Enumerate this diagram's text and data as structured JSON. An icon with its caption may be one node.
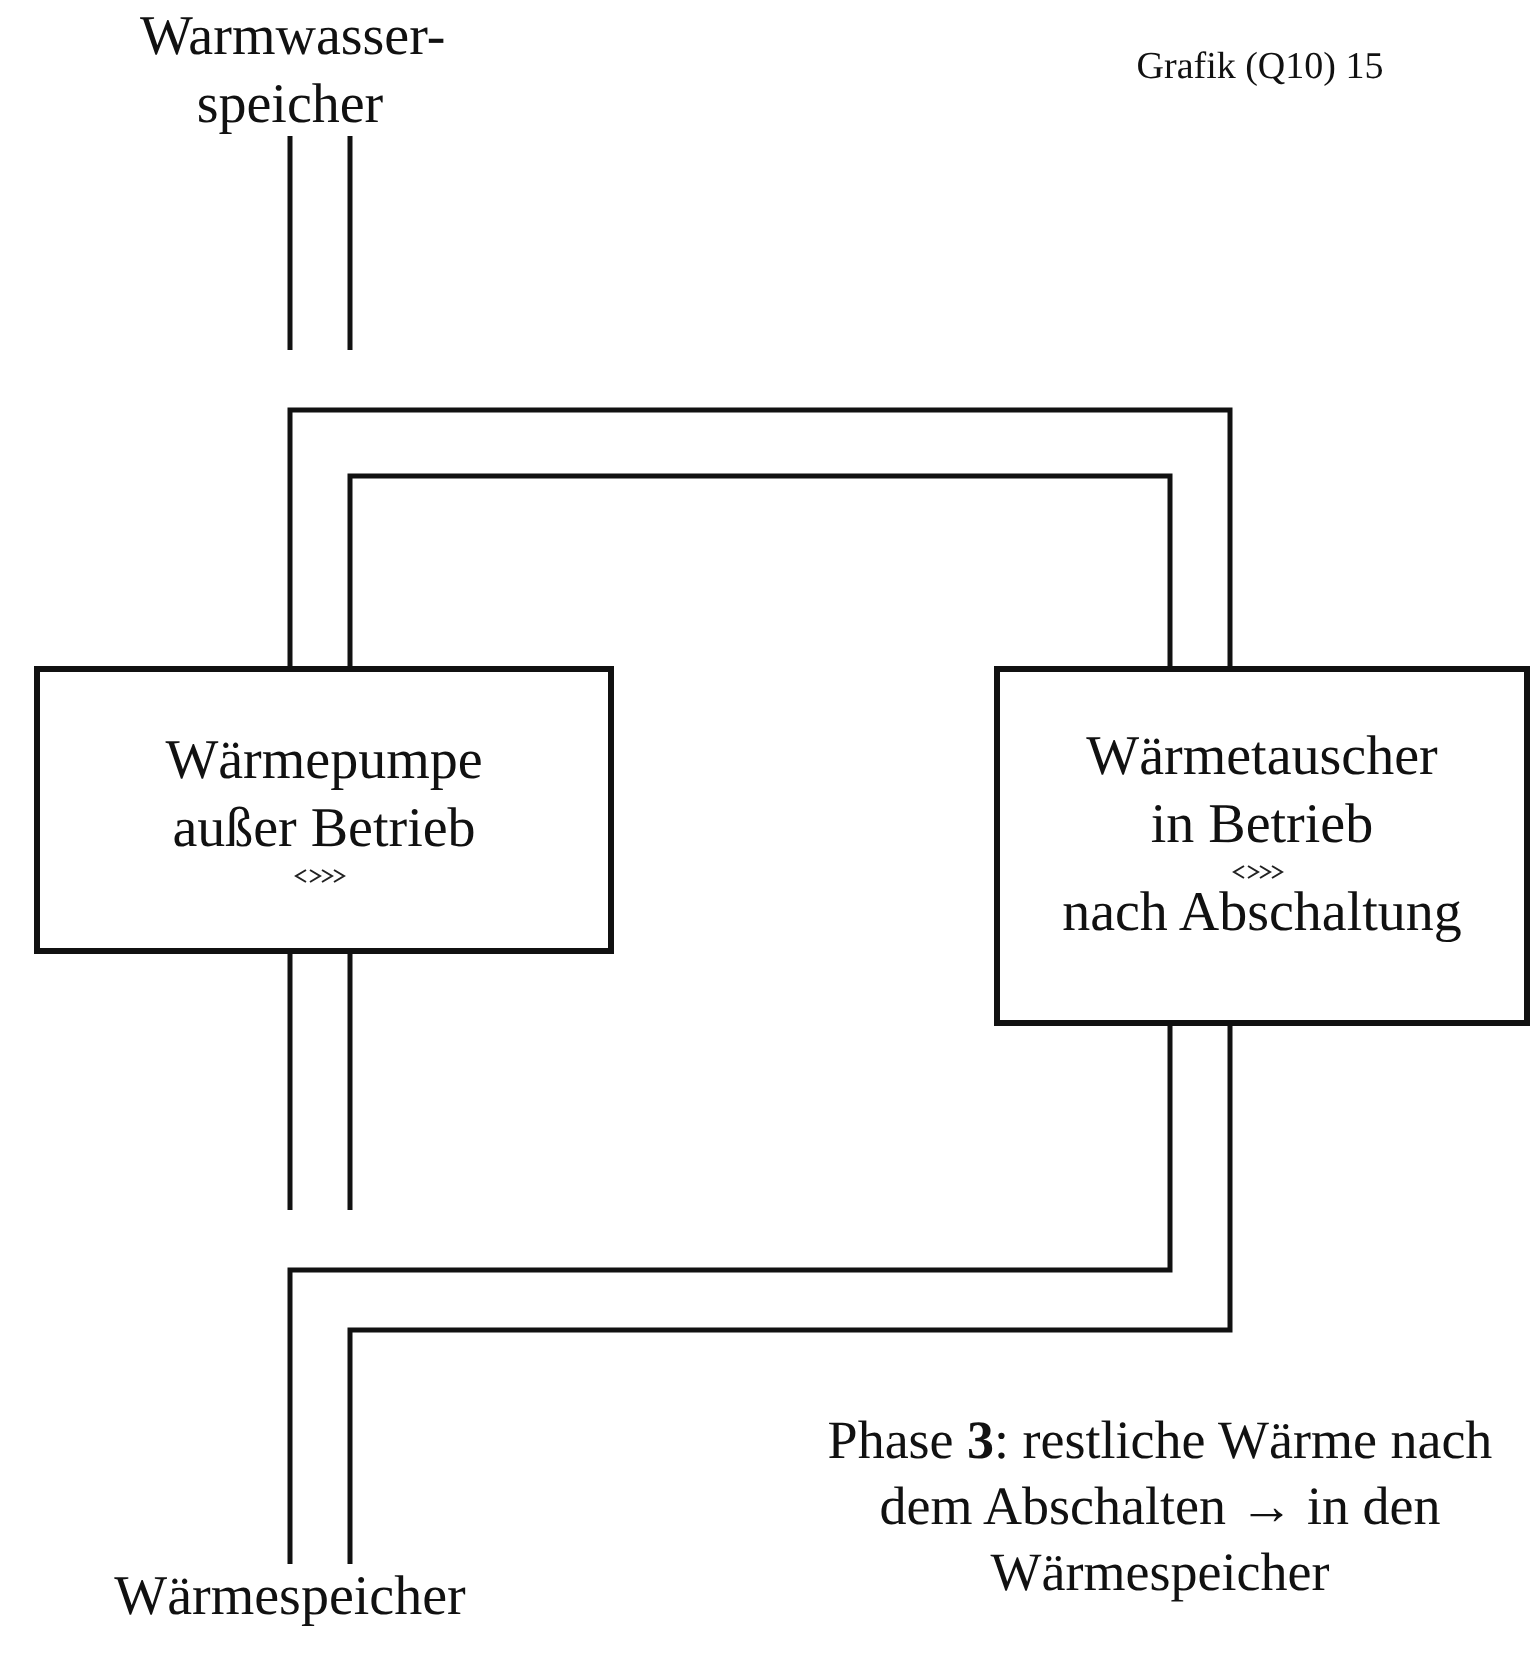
{
  "diagram": {
    "nodes": [
      {
        "text": [
          "Warmwasser- speicher"
        ]
      },
      {
        "text": [
          "Wärmepumpe außer Betrieb"
        ]
      },
      {
        "text": [
          "Wärmetauscher in Betrieb",
          "nach Abschaltung"
        ]
      },
      {
        "text": [
          "Wärmespeicher"
        ]
      }
    ],
    "edges": [
      {
        "from": 0,
        "to": null,
        "arrow": "none"
      },
      {
        "from": 1,
        "to": 2,
        "arrow": "none"
      },
      {
        "from": 1,
        "to": null,
        "arrow": "none"
      },
      {
        "from": 2,
        "to": 3,
        "arrow": "none"
      }
    ],
    "labels": [
      "Grafik (Q10) 15",
      "Phase **3**: restliche Wärme nach dem Abschalten → in den Wärmespeicher"
    ]
  }
}
